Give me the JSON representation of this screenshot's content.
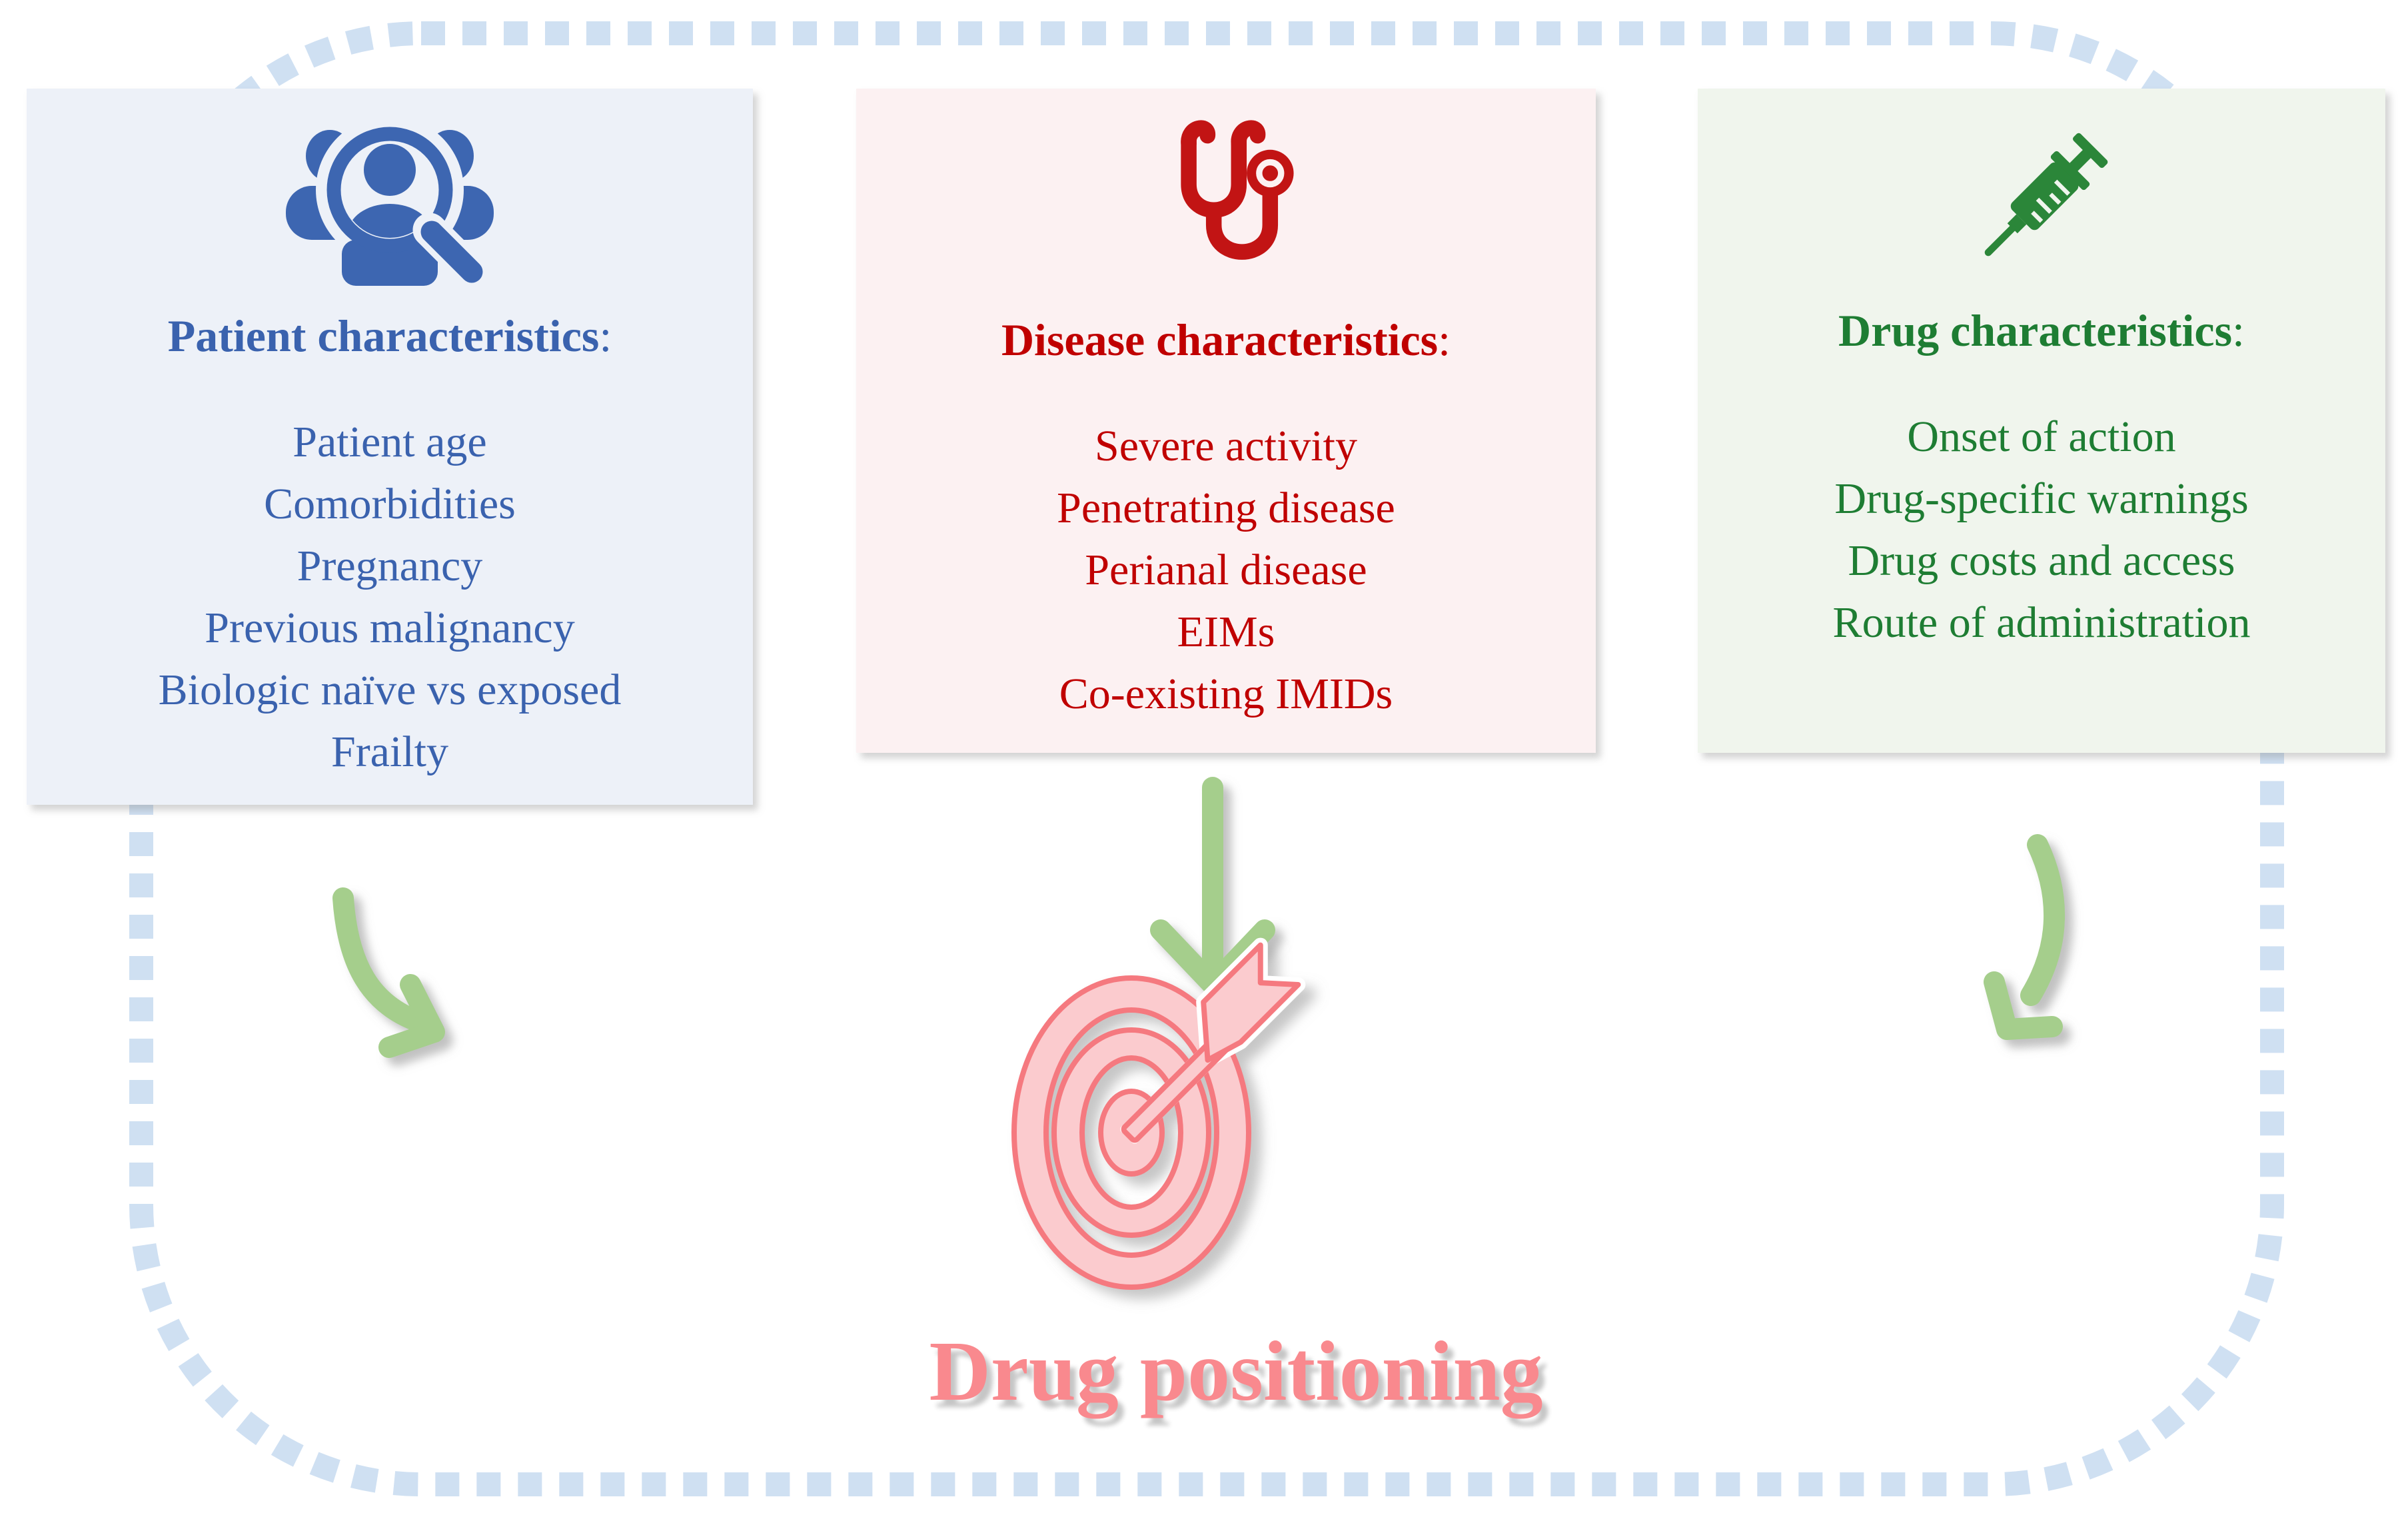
{
  "figure": {
    "colon": ":",
    "boxes": [
      {
        "id": "patient",
        "icon": "people-search-icon",
        "title": "Patient characteristics",
        "items": [
          "Patient age",
          "Comorbidities",
          "Pregnancy",
          "Previous malignancy",
          "Biologic naïve vs exposed",
          "Frailty"
        ],
        "text_color": "#3A62AE",
        "bg_color": "#EDF1F8"
      },
      {
        "id": "disease",
        "icon": "stethoscope-icon",
        "title": "Disease characteristics",
        "items": [
          "Severe activity",
          "Penetrating disease",
          "Perianal disease",
          "EIMs",
          "Co-existing IMIDs"
        ],
        "text_color": "#C00000",
        "bg_color": "#FCF1F2"
      },
      {
        "id": "drug",
        "icon": "syringe-icon",
        "title": "Drug characteristics",
        "items": [
          "Onset of action",
          "Drug-specific warnings",
          "Drug costs and access",
          "Route of administration"
        ],
        "text_color": "#1E7D33",
        "bg_color": "#F0F5ED"
      }
    ],
    "center_label": "Drug positioning",
    "center_icon": "target-dart-icon",
    "colors": {
      "dashed_border": "#CFE0F2",
      "arrow_green": "#A5CE8C",
      "target_pink_fill": "#FBCBCE",
      "target_salmon_edge": "#F5797F",
      "center_label_color": "#F9898E",
      "patient_blue": "#3A62AE",
      "disease_red": "#C00000",
      "drug_green": "#1E7D33"
    }
  }
}
